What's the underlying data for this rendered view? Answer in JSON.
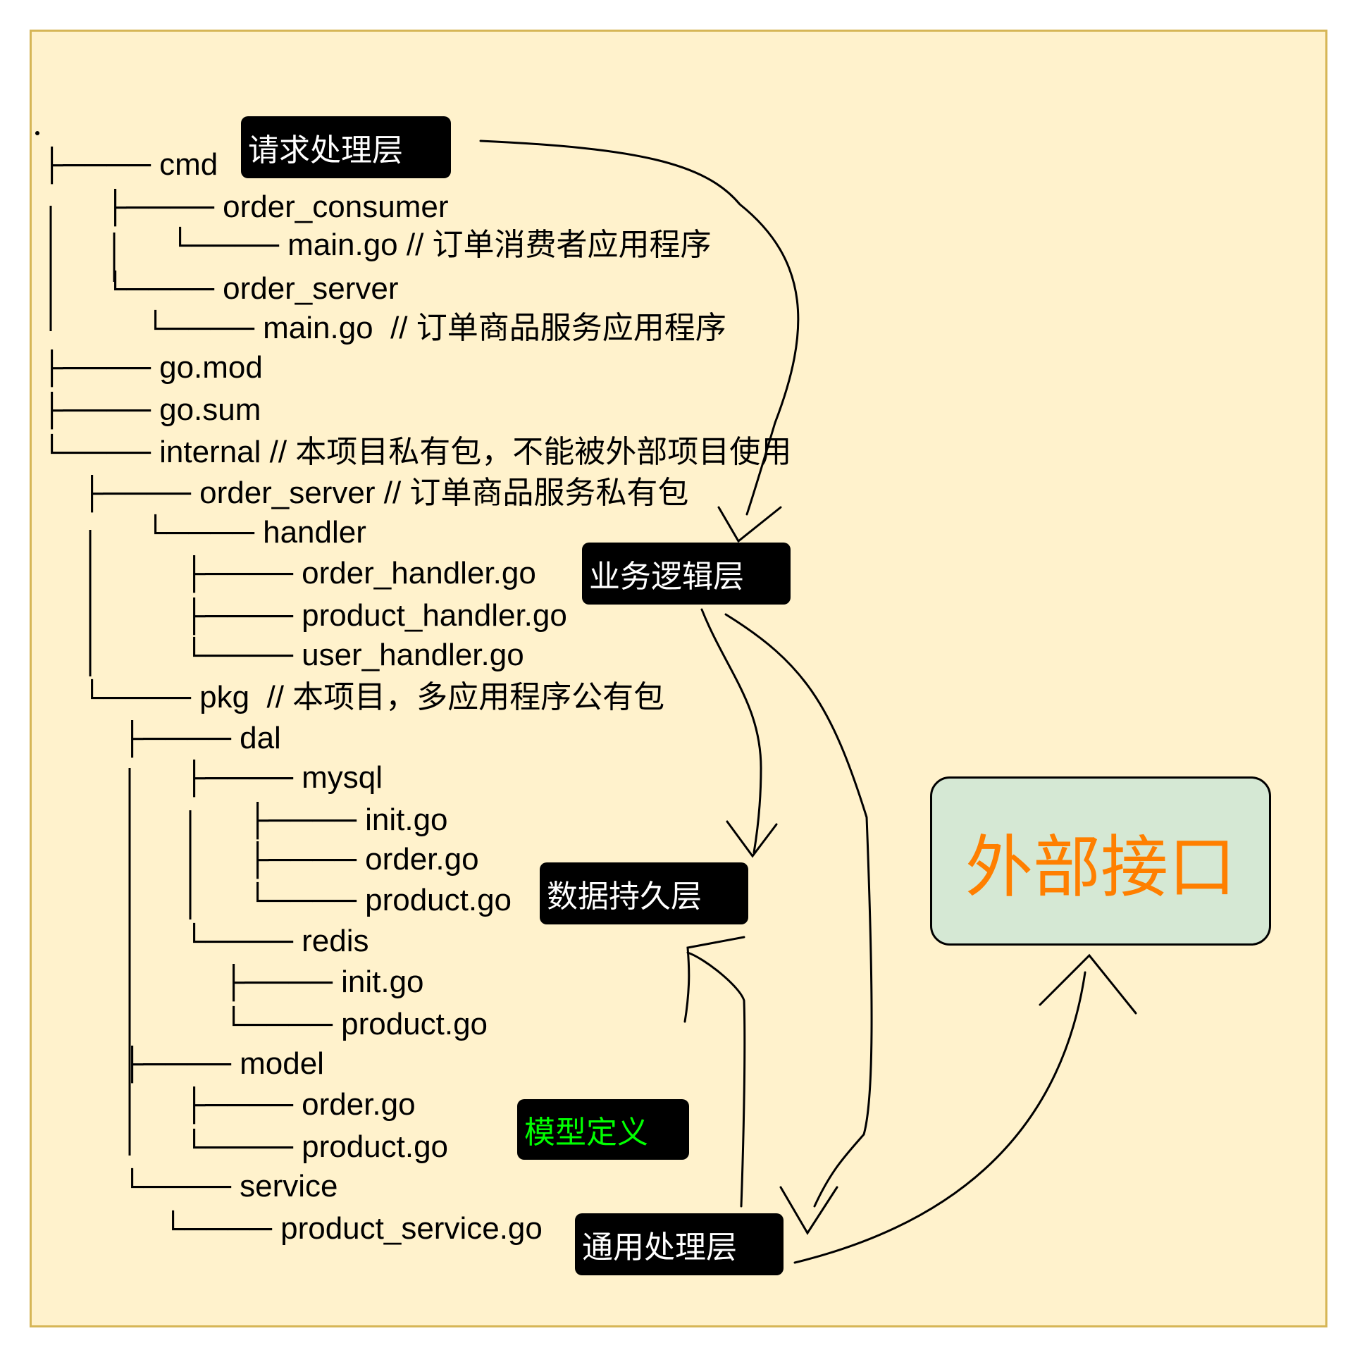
{
  "tree": [
    {
      "id": "cmd",
      "prefix": "├──── ",
      "name": "cmd"
    },
    {
      "id": "order-consumer",
      "prefix": "├──── ",
      "name": "order_consumer"
    },
    {
      "id": "consumer-main",
      "prefix": "└──── ",
      "name": "main.go // 订单消费者应用程序"
    },
    {
      "id": "order-server-cmd",
      "prefix": "└──── ",
      "name": "order_server"
    },
    {
      "id": "server-main",
      "prefix": "└──── ",
      "name": "main.go  // 订单商品服务应用程序"
    },
    {
      "id": "go-mod",
      "prefix": "├──── ",
      "name": "go.mod"
    },
    {
      "id": "go-sum",
      "prefix": "├──── ",
      "name": "go.sum"
    },
    {
      "id": "internal",
      "prefix": "└──── ",
      "name": "internal // 本项目私有包，不能被外部项目使用"
    },
    {
      "id": "order-server-internal",
      "prefix": "├──── ",
      "name": "order_server // 订单商品服务私有包"
    },
    {
      "id": "handler",
      "prefix": "└──── ",
      "name": "handler"
    },
    {
      "id": "order-handler",
      "prefix": "├──── ",
      "name": "order_handler.go"
    },
    {
      "id": "product-handler",
      "prefix": "├──── ",
      "name": "product_handler.go"
    },
    {
      "id": "user-handler",
      "prefix": "└──── ",
      "name": "user_handler.go"
    },
    {
      "id": "pkg",
      "prefix": "└──── ",
      "name": "pkg  // 本项目，多应用程序公有包"
    },
    {
      "id": "dal",
      "prefix": "├──── ",
      "name": "dal"
    },
    {
      "id": "mysql",
      "prefix": "├──── ",
      "name": "mysql"
    },
    {
      "id": "mysql-init",
      "prefix": "├──── ",
      "name": "init.go"
    },
    {
      "id": "mysql-order",
      "prefix": "├──── ",
      "name": "order.go"
    },
    {
      "id": "mysql-product",
      "prefix": "└──── ",
      "name": "product.go"
    },
    {
      "id": "redis",
      "prefix": "└──── ",
      "name": "redis"
    },
    {
      "id": "redis-init",
      "prefix": "├──── ",
      "name": "init.go"
    },
    {
      "id": "redis-product",
      "prefix": "└──── ",
      "name": "product.go"
    },
    {
      "id": "model",
      "prefix": "├──── ",
      "name": "model"
    },
    {
      "id": "model-order",
      "prefix": "├──── ",
      "name": "order.go"
    },
    {
      "id": "model-product",
      "prefix": "└──── ",
      "name": "product.go"
    },
    {
      "id": "service",
      "prefix": "└──── ",
      "name": "service"
    },
    {
      "id": "product-service",
      "prefix": "└──── ",
      "name": "product_service.go"
    }
  ],
  "tags": {
    "request": "请求处理层",
    "business": "业务逻辑层",
    "persistence": "数据持久层",
    "model": "模型定义",
    "common": "通用处理层"
  },
  "external": "外部接口",
  "colors": {
    "background": "#fff2cc",
    "border": "#d6b656",
    "external_fill": "#d5e8d4",
    "external_text": "#ff7f00",
    "model_text": "#00ff00"
  }
}
